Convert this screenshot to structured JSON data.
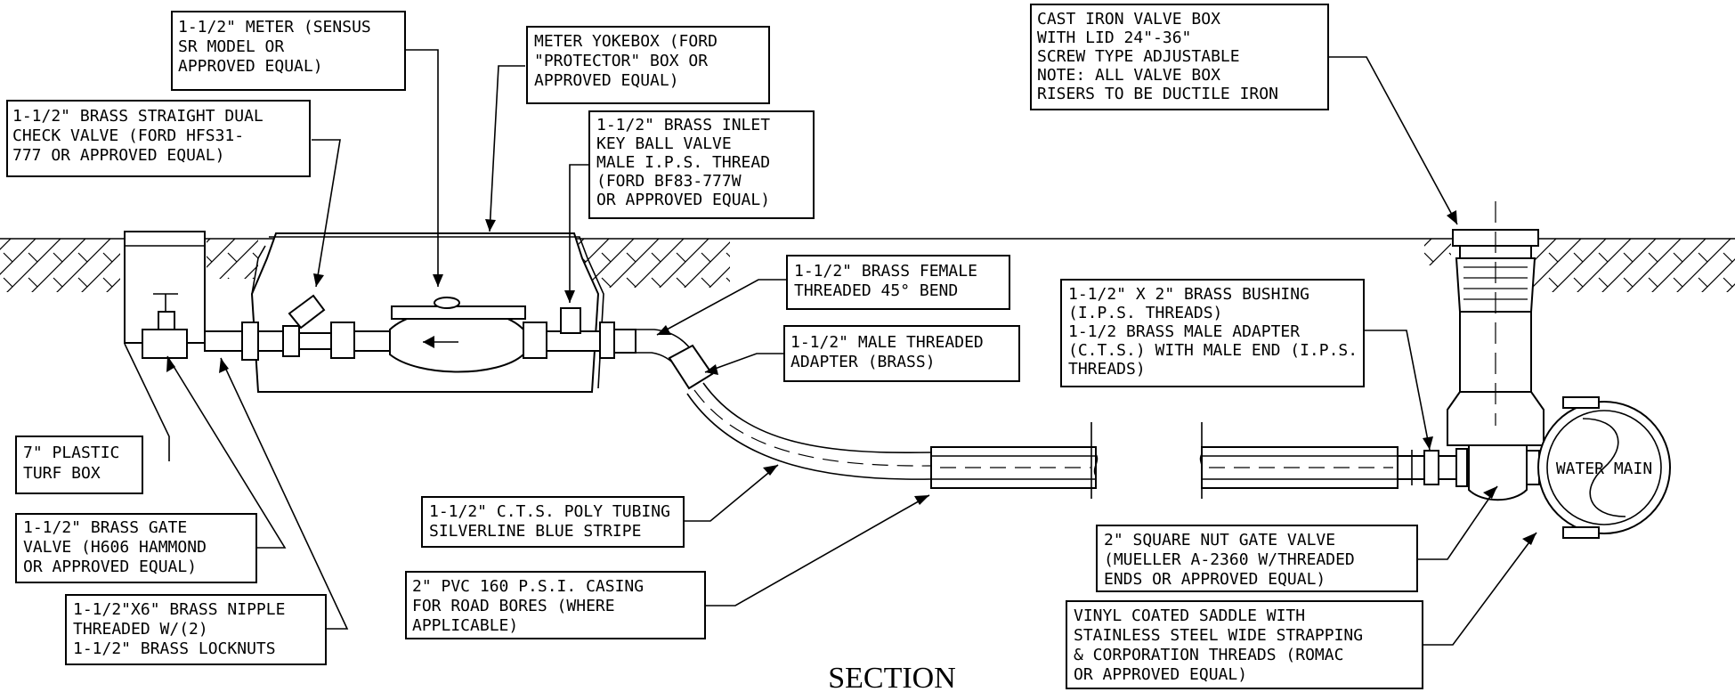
{
  "title": "SECTION",
  "water_main_label": "WATER MAIN",
  "callouts": {
    "meter": [
      "1-1/2\" METER (SENSUS",
      "SR MODEL OR",
      "APPROVED EQUAL)"
    ],
    "yokebox": [
      "METER YOKEBOX (FORD",
      "\"PROTECTOR\" BOX OR",
      "APPROVED EQUAL)"
    ],
    "check_valve": [
      "1-1/2\" BRASS STRAIGHT DUAL",
      "CHECK VALVE (FORD HFS31-",
      "777 OR APPROVED EQUAL)"
    ],
    "inlet_valve": [
      "1-1/2\" BRASS INLET",
      "KEY BALL VALVE",
      "MALE I.P.S. THREAD",
      "(FORD BF83-777W",
      "OR APPROVED EQUAL)"
    ],
    "valve_box": [
      "CAST IRON VALVE BOX",
      "WITH LID 24\"-36\"",
      "SCREW TYPE ADJUSTABLE",
      "NOTE: ALL VALVE BOX",
      "RISERS TO BE DUCTILE IRON"
    ],
    "bend": [
      "1-1/2\" BRASS FEMALE",
      "THREADED 45° BEND"
    ],
    "adapter": [
      "1-1/2\" MALE THREADED",
      "ADAPTER (BRASS)"
    ],
    "bushing": [
      "1-1/2\" X 2\" BRASS BUSHING",
      "(I.P.S. THREADS)",
      "1-1/2 BRASS MALE ADAPTER",
      "(C.T.S.) WITH MALE END (I.P.S.",
      "THREADS)"
    ],
    "turf_box": [
      "7\" PLASTIC",
      "TURF BOX"
    ],
    "gate_valve": [
      "1-1/2\" BRASS GATE",
      "VALVE (H606 HAMMOND",
      "OR APPROVED EQUAL)"
    ],
    "nipple": [
      "1-1/2\"X6\" BRASS NIPPLE",
      "THREADED W/(2)",
      "1-1/2\" BRASS LOCKNUTS"
    ],
    "poly_tubing": [
      "1-1/2\" C.T.S. POLY TUBING",
      "SILVERLINE BLUE STRIPE"
    ],
    "pvc_casing": [
      "2\" PVC 160 P.S.I. CASING",
      "FOR ROAD BORES (WHERE",
      "APPLICABLE)"
    ],
    "square_nut_valve": [
      "2\" SQUARE NUT GATE VALVE",
      "(MUELLER A-2360 W/THREADED",
      "ENDS OR APPROVED EQUAL)"
    ],
    "saddle": [
      "VINYL COATED SADDLE WITH",
      "STAINLESS STEEL WIDE STRAPPING",
      "& CORPORATION THREADS (ROMAC",
      "OR APPROVED EQUAL)"
    ]
  }
}
